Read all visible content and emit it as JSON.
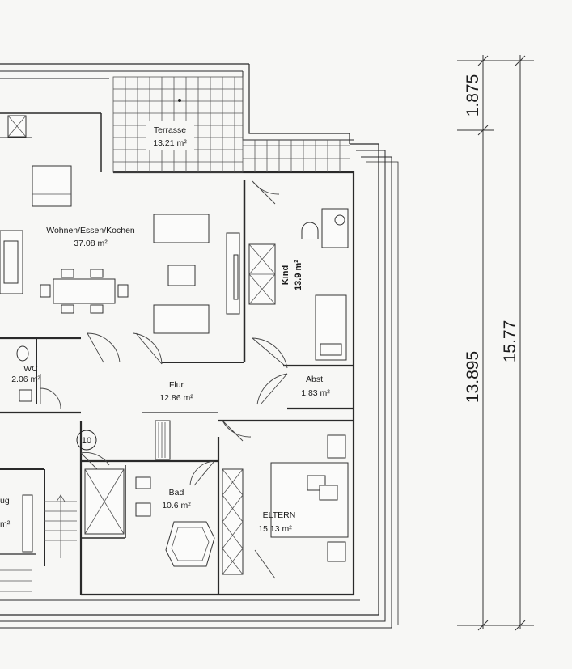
{
  "rooms": {
    "terrasse": {
      "name": "Terrasse",
      "area": "13.21 m²"
    },
    "wohnen": {
      "name": "Wohnen/Essen/Kochen",
      "area": "37.08 m²"
    },
    "kind": {
      "name": "Kind",
      "area": "13.9 m²"
    },
    "wc": {
      "name": "WC",
      "area": "2.06 m²"
    },
    "flur": {
      "name": "Flur",
      "area": "12.86 m²"
    },
    "abst": {
      "name": "Abst.",
      "area": "1.83 m²"
    },
    "bad": {
      "name": "Bad",
      "area": "10.6 m²"
    },
    "eltern": {
      "name": "ELTERN",
      "area": "15.13 m²"
    },
    "aufzug_partial": {
      "name": "ug",
      "area": "m²"
    }
  },
  "unit_number": "10",
  "dimensions": {
    "top": "1.875",
    "middle": "13.895",
    "total": "15.77"
  },
  "colors": {
    "line": "#2a2a2a",
    "paper": "#f7f7f5"
  }
}
